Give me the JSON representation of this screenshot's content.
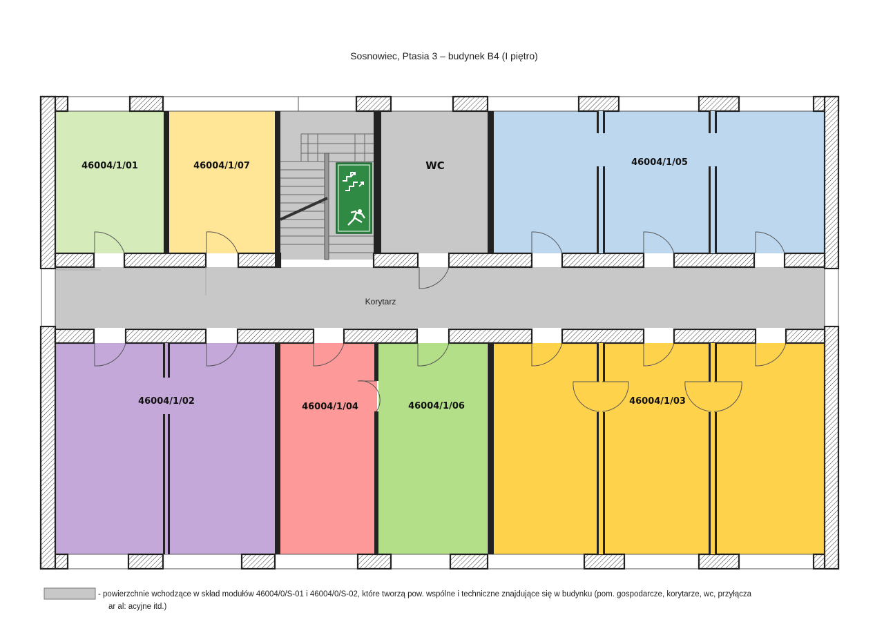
{
  "title": "Sosnowiec, Ptasia 3 – budynek B4 (I piętro)",
  "colors": {
    "common_area": "#c8c8c8",
    "room_01": "#d5ebb9",
    "room_07": "#ffe595",
    "room_05": "#bcd7ee",
    "room_02": "#c4a8da",
    "room_04": "#fe9999",
    "room_06": "#b2df87",
    "room_03": "#ffd24c",
    "exit_sign": "#2f8a43"
  },
  "rooms": {
    "r01": "46004/1/01",
    "r07": "46004/1/07",
    "wc": "WC",
    "r05": "46004/1/05",
    "r02": "46004/1/02",
    "r04": "46004/1/04",
    "r06": "46004/1/06",
    "r03": "46004/1/03",
    "corridor": "Korytarz"
  },
  "icons": {
    "exit_sign": "emergency-exit-sign-icon"
  },
  "legend": {
    "line1": "- powierzchnie wchodzące w skład modułów 46004/0/S-01 i 46004/0/S-02, które tworzą pow. wspólne i techniczne znajdujące się w budynku (pom. gospodarcze, korytarze, wc, przyłącza",
    "line2": "ar al: acyjne itd.)"
  }
}
